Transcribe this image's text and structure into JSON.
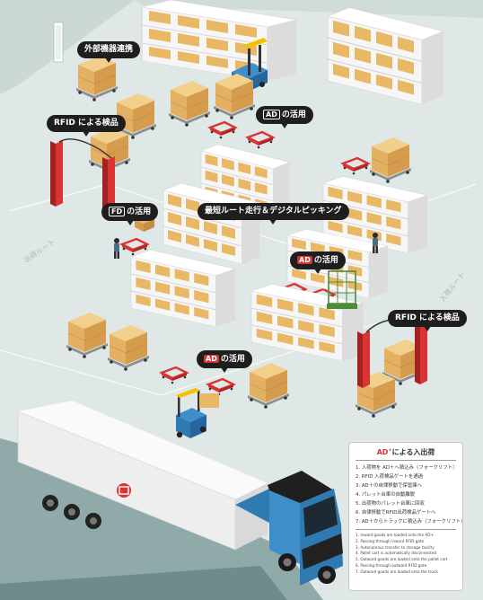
{
  "callouts": {
    "external": "外部機器連携",
    "rfid_top": "RFID による検品",
    "ad_top_mark": "AD",
    "ad_top_text": "の活用",
    "fd_mark": "FD",
    "fd_text": "の活用",
    "picking": "最短ルート走行＆デジタルピッキング",
    "ad_mid_mark": "AD",
    "ad_mid_text": "の活用",
    "rfid_right": "RFID による検品",
    "ad_bottom_mark": "AD",
    "ad_bottom_text": "の活用"
  },
  "routes": {
    "outbound": "出荷ルート",
    "inbound": "入荷ルート"
  },
  "legend": {
    "title_mark": "AD",
    "title_sup": "+",
    "title_text": "による入出荷",
    "jp_steps": [
      "1. 入荷物を AD＋へ積込み（フォークリフト）",
      "2. RFID 入荷検品ゲートを通過",
      "3. AD＋の自律移動で保管庫へ",
      "4. パレット台車の自動離脱",
      "5. 出荷物のパレット台車に回収",
      "6. 自律移動でRFID出荷検品ゲートへ",
      "7. AD＋からトラックに積込み（フォークリフト）"
    ],
    "en_steps": [
      "1. Inward goods are loaded onto the AD+",
      "2. Passing through inward RFID gate",
      "3. Autonomous transfer to storage facility",
      "4. Pallet cart is automatically disconnected",
      "5. Outward goods are loaded onto the pallet cart",
      "6. Passing through outward RFID gate",
      "7. Outward goods are loaded onto the truck"
    ]
  },
  "colors": {
    "floor": "#dfe8e6",
    "wall": "#c9d6d4",
    "shelf": "#f2f2f2",
    "box": "#e8b865",
    "red": "#d93434",
    "forklift_yellow": "#f2c200",
    "forklift_blue": "#3e8fc9",
    "truck_cab": "#3e8fc9",
    "trailer": "#f4f4f4"
  },
  "icons": [
    "truck-logo-icon",
    "forklift-icon",
    "worker-icon",
    "rfid-gate-icon",
    "pallet-cart-icon"
  ]
}
